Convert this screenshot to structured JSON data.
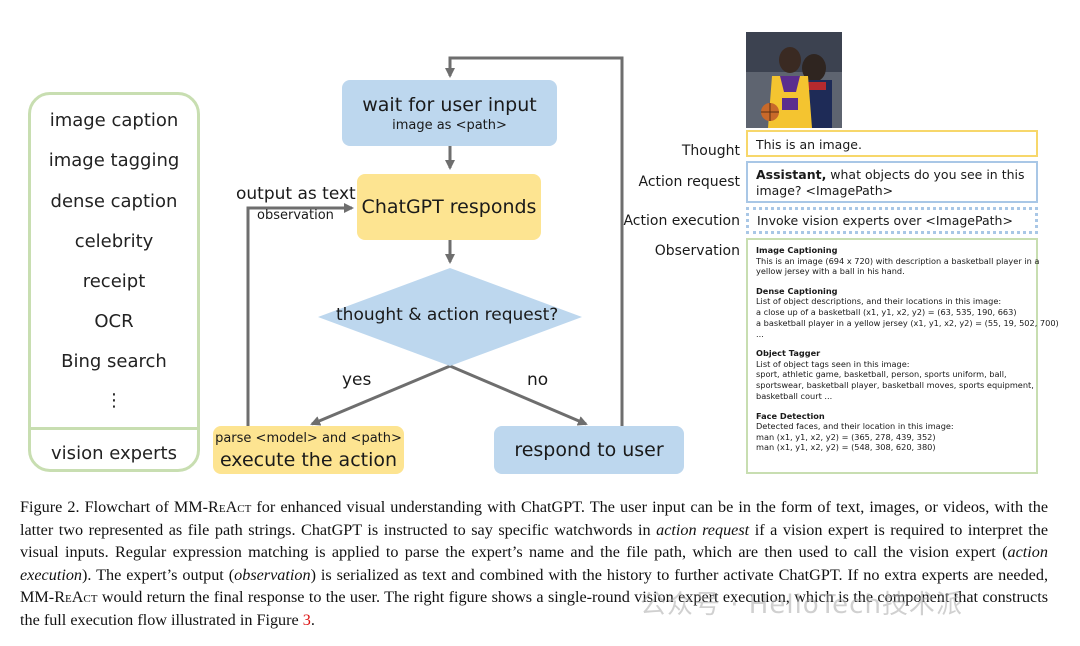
{
  "experts": {
    "items": [
      "image caption",
      "image tagging",
      "dense caption",
      "celebrity",
      "receipt",
      "OCR",
      "Bing search",
      "⋮"
    ],
    "footer": "vision experts"
  },
  "flow": {
    "wait_main": "wait for user input",
    "wait_sub": "image as <path>",
    "chatgpt": "ChatGPT responds",
    "output_as_text": "output as text",
    "observation": "observation",
    "decision": "thought & action request?",
    "yes": "yes",
    "no": "no",
    "execute_sub": "parse <model> and <path>",
    "execute_main": "execute the action",
    "respond": "respond to user"
  },
  "rows": {
    "thought_label": "Thought",
    "thought_text": "This is an image.",
    "request_label": "Action request",
    "request_bold": "Assistant,",
    "request_text": " what objects do you see in this image? <ImagePath>",
    "exec_label": "Action execution",
    "exec_text": "Invoke vision experts over <ImagePath>",
    "obs_label": "Observation"
  },
  "observation": [
    {
      "title": "Image Captioning",
      "lines": [
        "This is an image (694 x 720) with description a basketball player in a",
        "yellow jersey with a ball in his hand."
      ]
    },
    {
      "title": "Dense Captioning",
      "lines": [
        "List of object descriptions, and their locations in this image:",
        "a close up of a basketball (x1, y1, x2, y2) = (63, 535, 190, 663)",
        "a basketball player in a yellow jersey (x1, y1, x2, y2) = (55, 19, 502, 700)",
        "..."
      ]
    },
    {
      "title": "Object Tagger",
      "lines": [
        "List of object tags seen in this image:",
        "sport, athletic game, basketball, person, sports uniform, ball,",
        "sportswear, basketball player, basketball moves, sports equipment,",
        "basketball court ..."
      ]
    },
    {
      "title": "Face Detection",
      "lines": [
        "Detected faces, and their location in this image:",
        "man (x1, y1, x2, y2) = (365, 278, 439, 352)",
        "man (x1, y1, x2, y2) = (548, 308, 620, 380)"
      ]
    }
  ],
  "caption": {
    "p1": "Figure 2. Flowchart of MM-",
    "sc1": "ReAct",
    "p2": " for enhanced visual understanding with ChatGPT. The user input can be in the form of text, images, or videos, with the latter two represented as file path strings. ChatGPT is instructed to say specific watchwords in ",
    "em1": "action request",
    "p3": " if a vision expert is required to interpret the visual inputs. Regular expression matching is applied to parse the expert’s name and the file path, which are then used to call the vision expert (",
    "em2": "action execution",
    "p4": "). The expert’s output (",
    "em3": "observation",
    "p5": ") is serialized as text and combined with the history to further activate ChatGPT. If no extra experts are needed, MM-",
    "sc2": "ReAct",
    "p6": " would return the final response to the user. The right figure shows a single-round vision expert execution, which is the component that constructs the full execution flow illustrated in Figure ",
    "ref": "3",
    "p7": "."
  },
  "watermark": "公众号 · HelloTech技术派",
  "colors": {
    "blue_node": "#bdd7ee",
    "yellow_node": "#fde491",
    "green_border": "#c8deb1",
    "arrow": "#6e6e6e"
  }
}
